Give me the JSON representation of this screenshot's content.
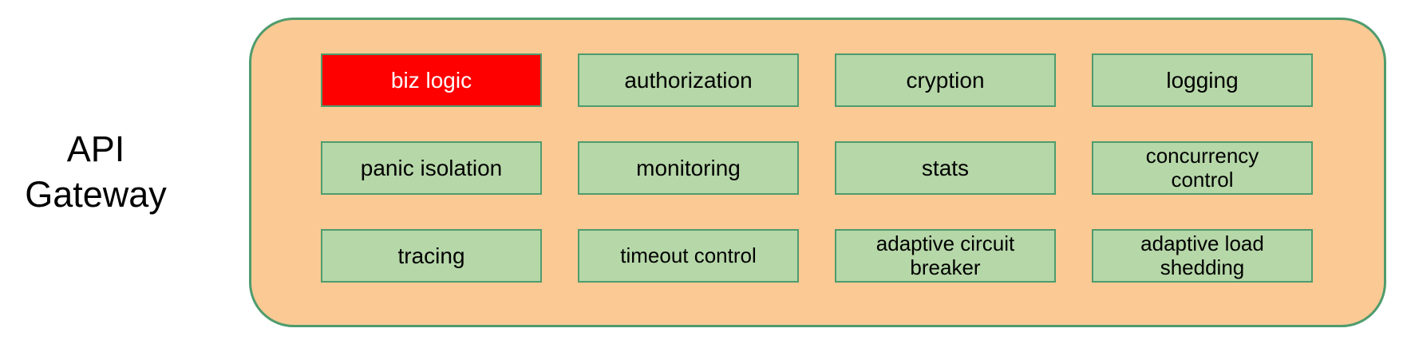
{
  "gateway": {
    "title_line1": "API",
    "title_line2": "Gateway"
  },
  "features": [
    {
      "label": "biz logic",
      "highlighted": true
    },
    {
      "label": "authorization",
      "highlighted": false
    },
    {
      "label": "cryption",
      "highlighted": false
    },
    {
      "label": "logging",
      "highlighted": false
    },
    {
      "label": "panic isolation",
      "highlighted": false
    },
    {
      "label": "monitoring",
      "highlighted": false
    },
    {
      "label": "stats",
      "highlighted": false
    },
    {
      "label": "concurrency\ncontrol",
      "highlighted": false
    },
    {
      "label": "tracing",
      "highlighted": false
    },
    {
      "label": "timeout control",
      "highlighted": false
    },
    {
      "label": "adaptive circuit\nbreaker",
      "highlighted": false
    },
    {
      "label": "adaptive load\nshedding",
      "highlighted": false
    }
  ],
  "colors": {
    "container_fill": "#FAC994",
    "container_border": "#4E9C6D",
    "box_fill": "#B6D7A8",
    "box_border": "#4E9C6D",
    "highlight_fill": "#FF0000",
    "highlight_text": "#FFFFFF",
    "text": "#000000"
  }
}
